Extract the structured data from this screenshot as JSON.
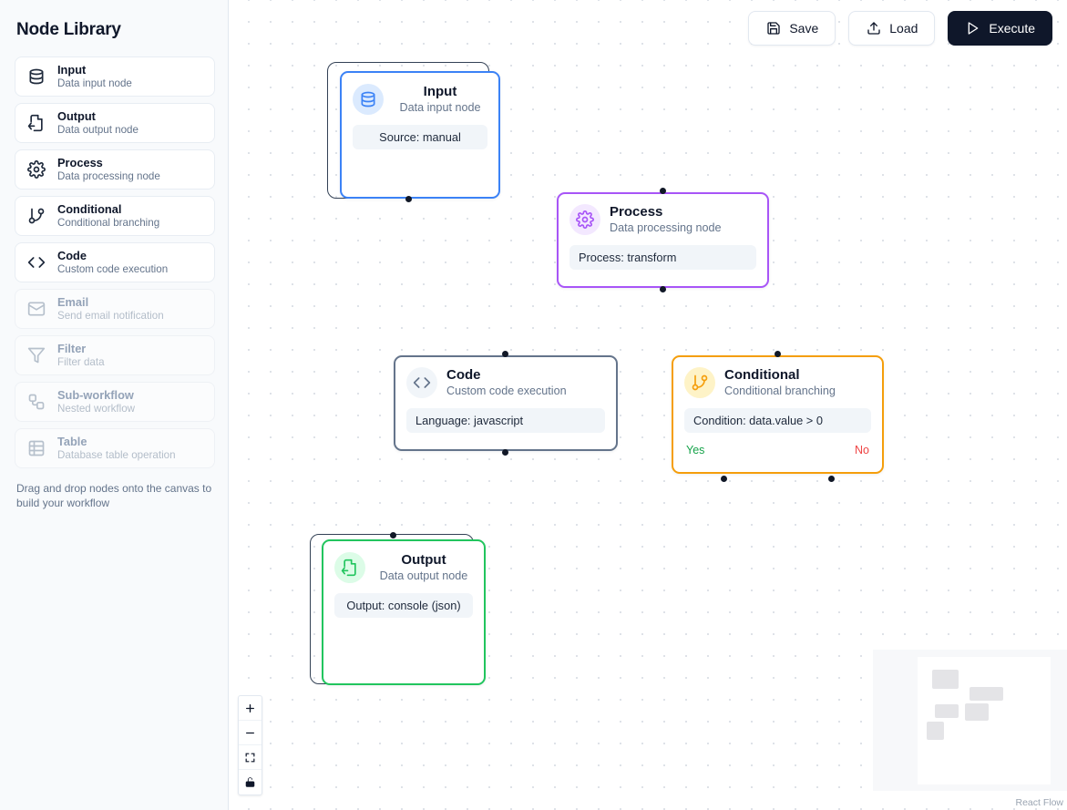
{
  "sidebar": {
    "title": "Node Library",
    "hint": "Drag and drop nodes onto the canvas to build your workflow",
    "items": [
      {
        "label": "Input",
        "desc": "Data input node",
        "icon": "database-icon",
        "enabled": true
      },
      {
        "label": "Output",
        "desc": "Data output node",
        "icon": "file-output-icon",
        "enabled": true
      },
      {
        "label": "Process",
        "desc": "Data processing node",
        "icon": "gear-icon",
        "enabled": true
      },
      {
        "label": "Conditional",
        "desc": "Conditional branching",
        "icon": "git-branch-icon",
        "enabled": true
      },
      {
        "label": "Code",
        "desc": "Custom code execution",
        "icon": "code-icon",
        "enabled": true
      },
      {
        "label": "Email",
        "desc": "Send email notification",
        "icon": "envelope-icon",
        "enabled": false
      },
      {
        "label": "Filter",
        "desc": "Filter data",
        "icon": "funnel-icon",
        "enabled": false
      },
      {
        "label": "Sub-workflow",
        "desc": "Nested workflow",
        "icon": "workflow-icon",
        "enabled": false
      },
      {
        "label": "Table",
        "desc": "Database table operation",
        "icon": "table-icon",
        "enabled": false
      }
    ]
  },
  "toolbar": {
    "save_label": "Save",
    "load_label": "Load",
    "execute_label": "Execute",
    "save_icon": "floppy-disk-icon",
    "load_icon": "upload-icon",
    "execute_icon": "play-icon"
  },
  "nodes": [
    {
      "id": "input",
      "title": "Input",
      "subtitle": "Data input node",
      "field": "Source: manual",
      "icon": "database-icon",
      "color": "#3b82f6",
      "badge_bg": "#dbeafe",
      "selected": true
    },
    {
      "id": "process",
      "title": "Process",
      "subtitle": "Data processing node",
      "field": "Process: transform",
      "icon": "gear-icon",
      "color": "#a855f7",
      "badge_bg": "#f3e8ff",
      "selected": false
    },
    {
      "id": "code",
      "title": "Code",
      "subtitle": "Custom code execution",
      "field": "Language: javascript",
      "icon": "code-icon",
      "color": "#64748b",
      "badge_bg": "#f1f5f9",
      "selected": false
    },
    {
      "id": "conditional",
      "title": "Conditional",
      "subtitle": "Conditional branching",
      "field": "Condition: data.value > 0",
      "icon": "git-branch-icon",
      "color": "#f59e0b",
      "badge_bg": "#fef3c7",
      "selected": false,
      "branch_yes": "Yes",
      "branch_no": "No"
    },
    {
      "id": "output",
      "title": "Output",
      "subtitle": "Data output node",
      "field": "Output: console (json)",
      "icon": "file-output-icon",
      "color": "#22c55e",
      "badge_bg": "#dcfce7",
      "selected": true
    }
  ],
  "controls": {
    "zoom_in": "zoom-in-icon",
    "zoom_out": "zoom-out-icon",
    "fit_view": "fit-view-icon",
    "lock": "lock-icon"
  },
  "attribution": "React Flow"
}
